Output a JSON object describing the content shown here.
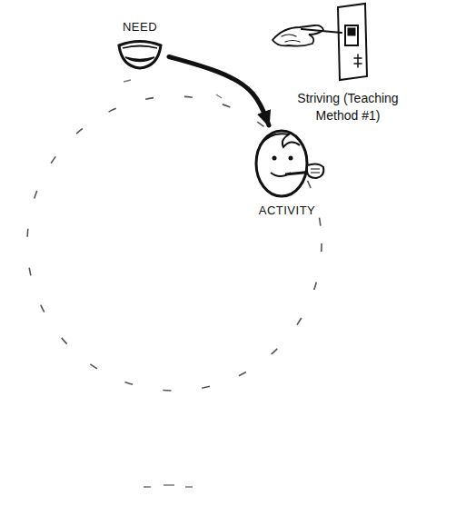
{
  "diagram": {
    "nodes": [
      {
        "text": [
          "NEED"
        ]
      },
      {
        "text": [
          "ACTIVITY"
        ]
      }
    ],
    "edges": [
      {
        "from": 0,
        "to": 1,
        "arrow": "to",
        "label": "Striving (Teaching Method #1)"
      }
    ]
  }
}
